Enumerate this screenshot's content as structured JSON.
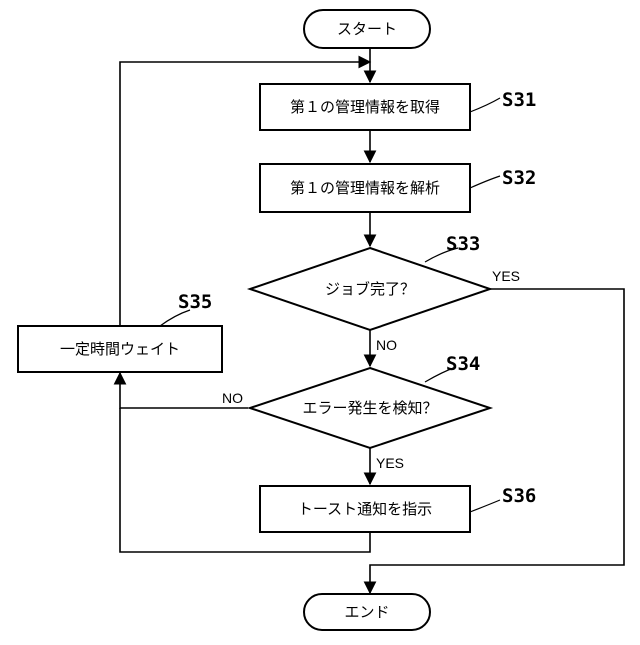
{
  "terminals": {
    "start": "スタート",
    "end": "エンド"
  },
  "steps": {
    "s31": {
      "id": "S31",
      "text": "第１の管理情報を取得"
    },
    "s32": {
      "id": "S32",
      "text": "第１の管理情報を解析"
    },
    "s33": {
      "id": "S33",
      "text": "ジョブ完了？"
    },
    "s34": {
      "id": "S34",
      "text": "エラー発生を検知？"
    },
    "s35": {
      "id": "S35",
      "text": "一定時間ウェイト"
    },
    "s36": {
      "id": "S36",
      "text": "トースト通知を指示"
    }
  },
  "branches": {
    "s33_yes": "YES",
    "s33_no": "NO",
    "s34_no": "NO",
    "s34_yes": "YES"
  }
}
